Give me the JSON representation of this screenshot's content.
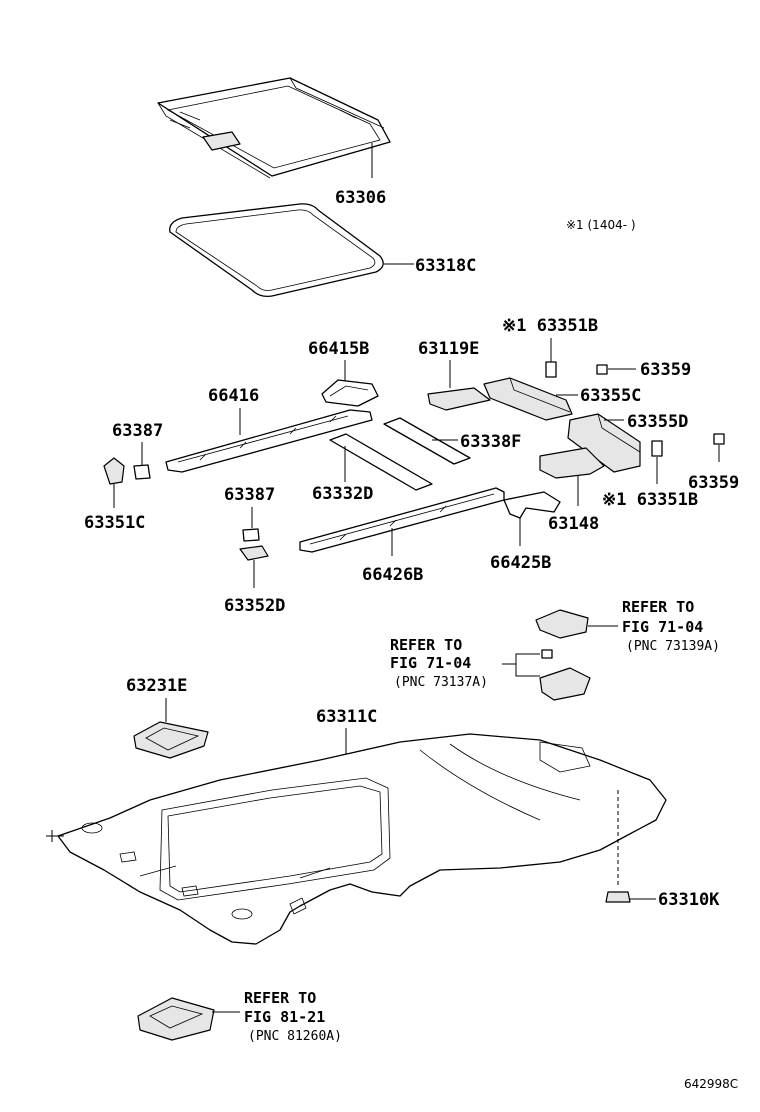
{
  "labels": {
    "p63306": "63306",
    "p63318C": "63318C",
    "note_range": "※1 (1404-      )",
    "p63351B_top": "※1 63351B",
    "p66415B": "66415B",
    "p63119E": "63119E",
    "p63359_a": "63359",
    "p66416": "66416",
    "p63355C": "63355C",
    "p63387_a": "63387",
    "p63355D": "63355D",
    "p63338F": "63338F",
    "p63332D": "63332D",
    "p63359_b": "63359",
    "p63351C": "63351C",
    "p63387_b": "63387",
    "p63351B_bot": "※1 63351B",
    "p63148": "63148",
    "p66425B": "66425B",
    "p66426B": "66426B",
    "p63352D": "63352D",
    "p63231E": "63231E",
    "p63311C": "63311C",
    "p63310K": "63310K",
    "doc_code": "642998C"
  },
  "refs": {
    "r1": {
      "line1": "REFER TO",
      "line2": "FIG 71-04",
      "line3": "(PNC 73139A)"
    },
    "r2": {
      "line1": "REFER TO",
      "line2": "FIG 71-04",
      "line3": "(PNC 73137A)"
    },
    "r3": {
      "line1": "REFER TO",
      "line2": "FIG 81-21",
      "line3": "(PNC 81260A)"
    }
  }
}
